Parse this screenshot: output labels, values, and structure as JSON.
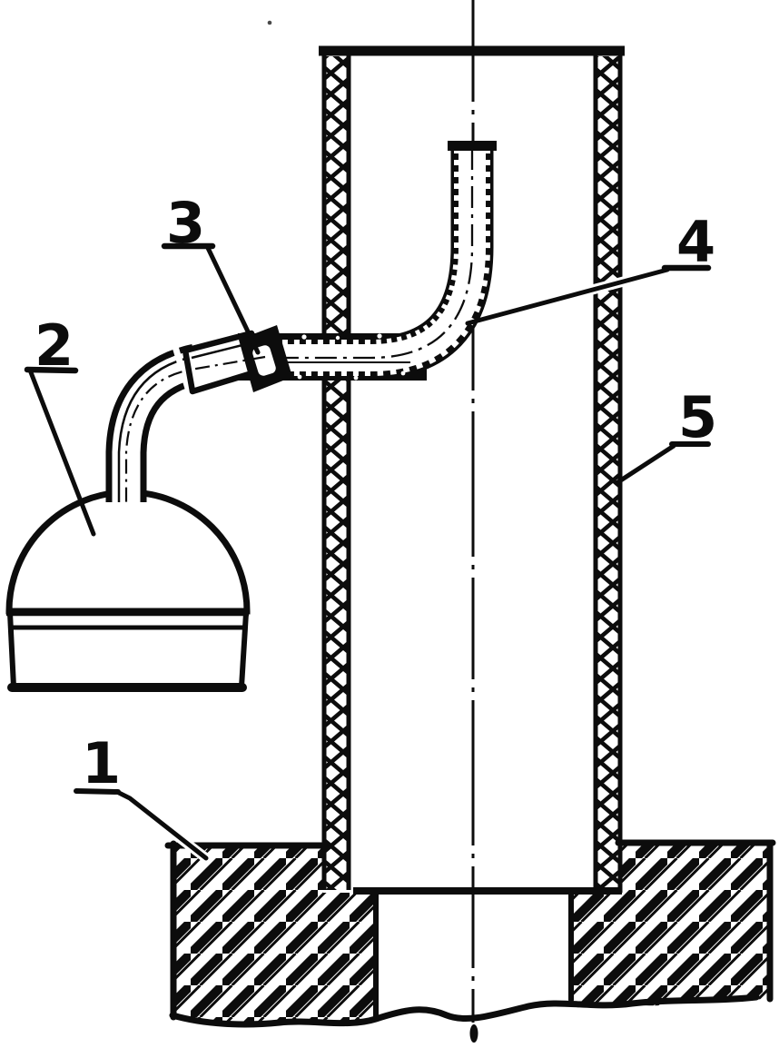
{
  "figure": {
    "kind": "sectional technical line drawing",
    "background": "#ffffff",
    "ink": "#0c0c0c",
    "callouts": [
      {
        "label": "1"
      },
      {
        "label": "2"
      },
      {
        "label": "3"
      },
      {
        "label": "4"
      },
      {
        "label": "5"
      }
    ]
  }
}
